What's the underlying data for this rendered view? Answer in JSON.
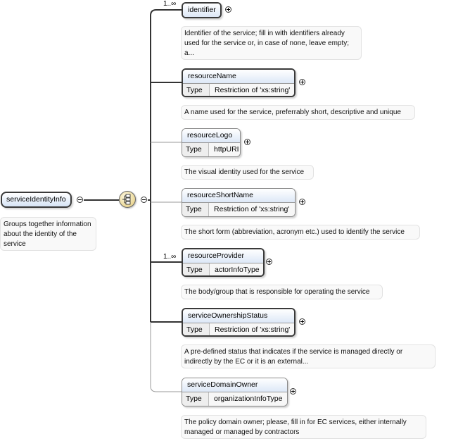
{
  "root": {
    "name": "serviceIdentityInfo",
    "doc": "Groups together information about the identity of the service"
  },
  "sequence_icon": "sequence-compositor-icon",
  "children": [
    {
      "name": "identifier",
      "multiplicity": "1..∞",
      "type_label": "",
      "type_value": "",
      "doc": "Identifier of the service; fill in with identifiers already used for the service or, in case of none, leave empty; a...",
      "mandatory": true
    },
    {
      "name": "resourceName",
      "multiplicity": "",
      "type_label": "Type",
      "type_value": "Restriction of 'xs:string'",
      "doc": "A name used for the service, preferrably short, descriptive and unique",
      "mandatory": true
    },
    {
      "name": "resourceLogo",
      "multiplicity": "",
      "type_label": "Type",
      "type_value": "httpURI",
      "doc": "The visual identity used for the service",
      "mandatory": false
    },
    {
      "name": "resourceShortName",
      "multiplicity": "",
      "type_label": "Type",
      "type_value": "Restriction of 'xs:string'",
      "doc": "The short form (abbreviation, acronym etc.) used to identify the service",
      "mandatory": false
    },
    {
      "name": "resourceProvider",
      "multiplicity": "1..∞",
      "type_label": "Type",
      "type_value": "actorInfoType",
      "doc": "The body/group that is responsible for operating the service",
      "mandatory": true
    },
    {
      "name": "serviceOwnershipStatus",
      "multiplicity": "",
      "type_label": "Type",
      "type_value": "Restriction of 'xs:string'",
      "doc": "A pre-defined status that indicates if the service is managed directly or indirectly by the EC or it is an external...",
      "mandatory": true
    },
    {
      "name": "serviceDomainOwner",
      "multiplicity": "",
      "type_label": "Type",
      "type_value": "organizationInfoType",
      "doc": "The policy domain owner; please, fill in for EC services, either internally managed or managed by contractors",
      "mandatory": false
    }
  ]
}
